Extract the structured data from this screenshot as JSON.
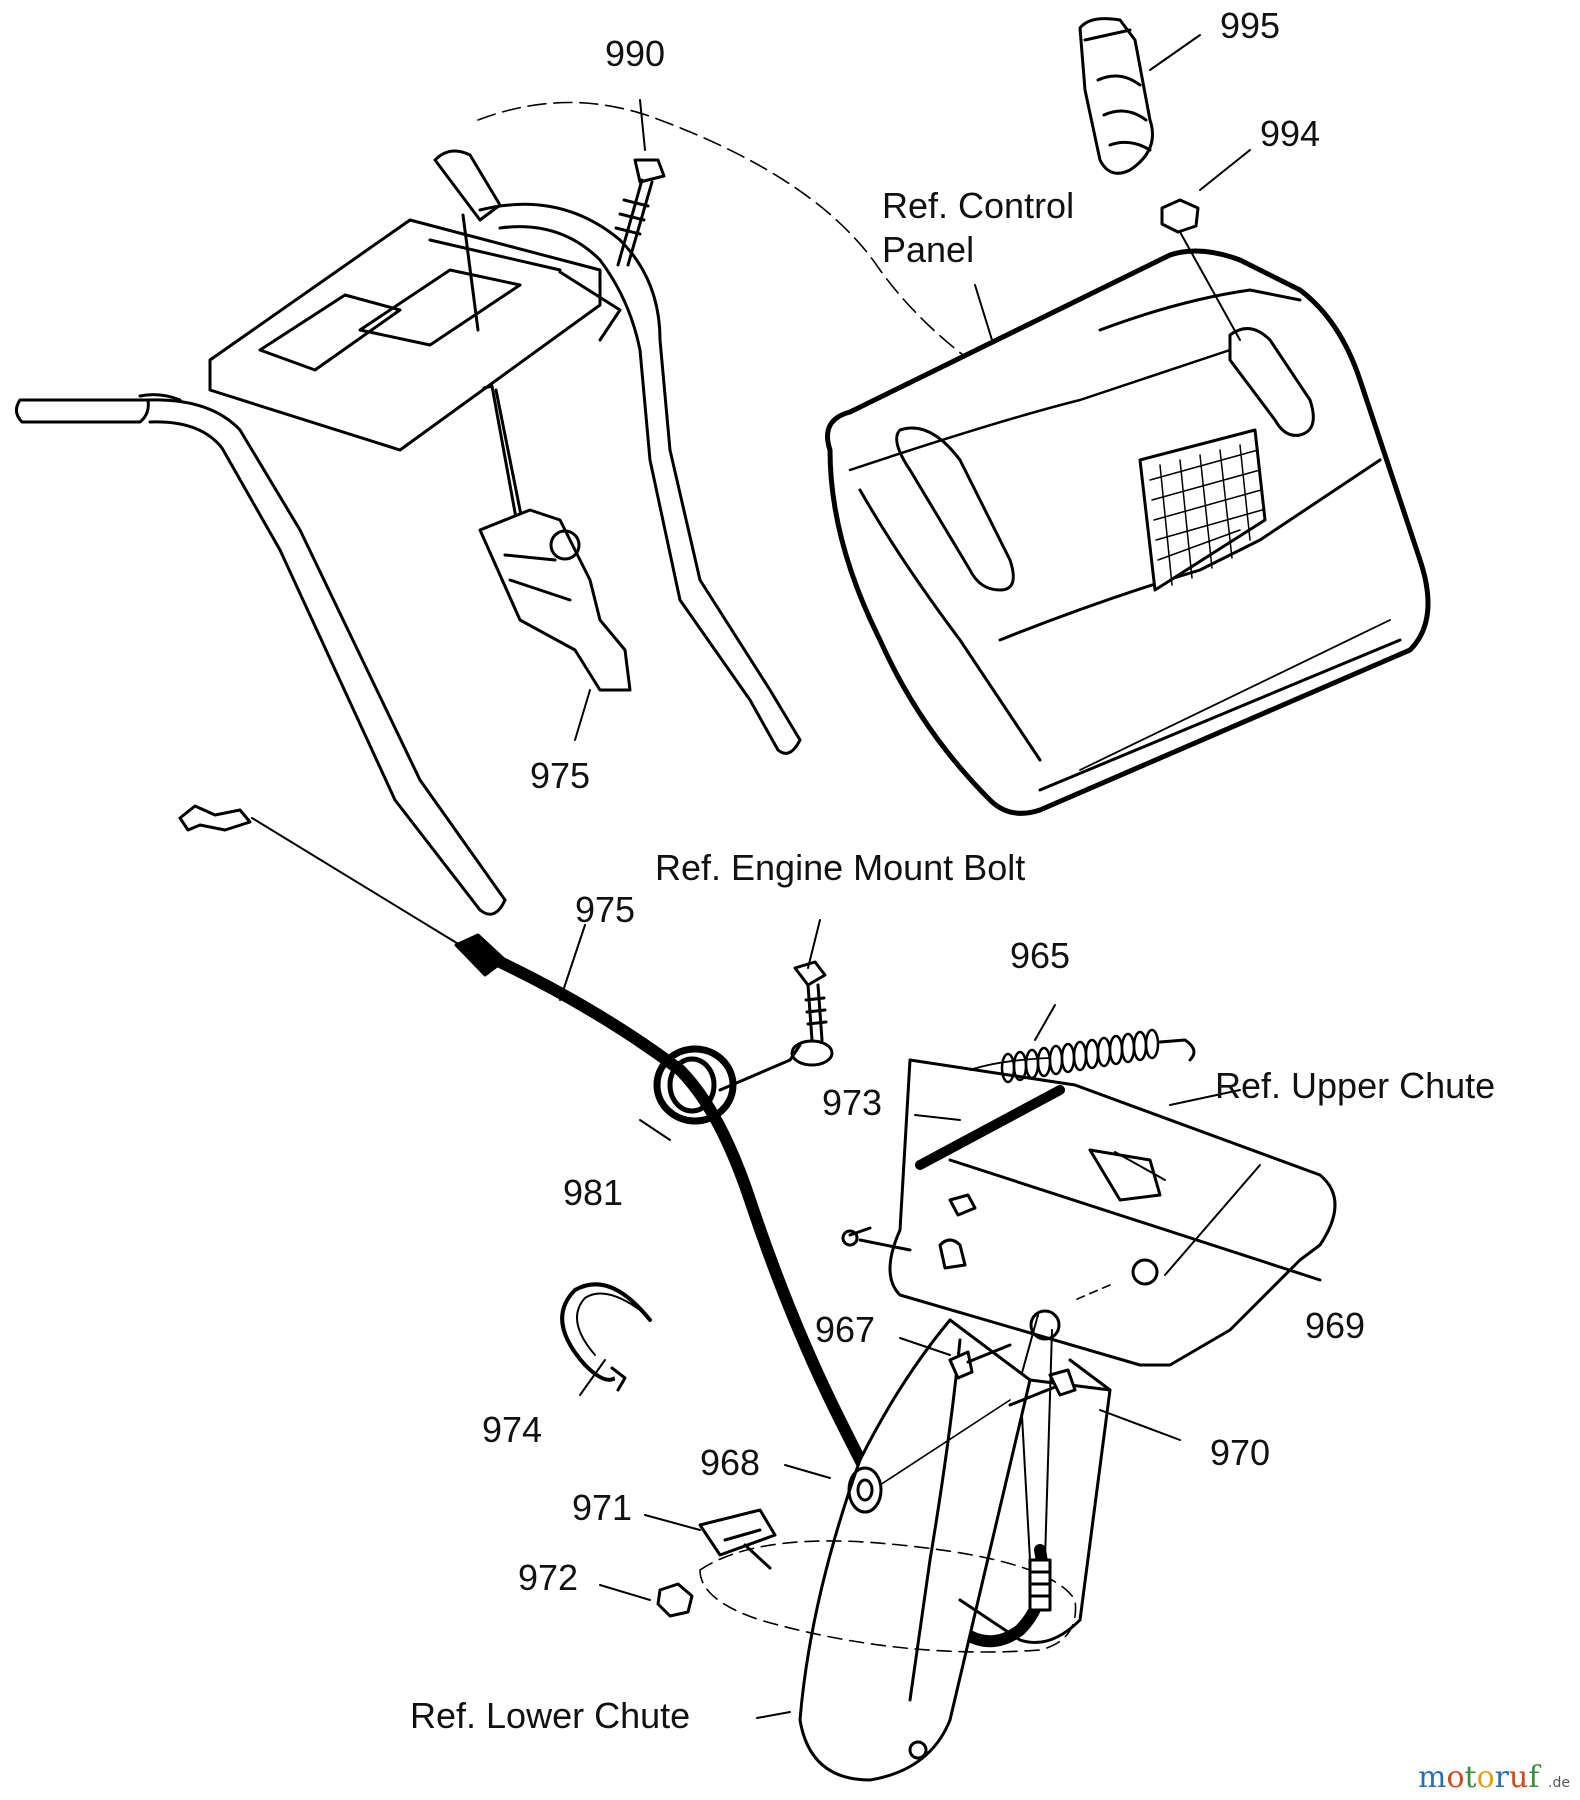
{
  "diagram": {
    "part_labels": {
      "p990": "990",
      "p995": "995",
      "p994": "994",
      "p975a": "975",
      "p975b": "975",
      "p965": "965",
      "p973": "973",
      "p981": "981",
      "p967": "967",
      "p969": "969",
      "p974": "974",
      "p968": "968",
      "p970": "970",
      "p971": "971",
      "p972": "972"
    },
    "reference_labels": {
      "control_panel_line1": "Ref. Control",
      "control_panel_line2": "Panel",
      "engine_mount_bolt": "Ref. Engine Mount Bolt",
      "upper_chute": "Ref. Upper Chute",
      "lower_chute": "Ref. Lower Chute"
    }
  },
  "watermark": {
    "brand": "motoruf",
    "suffix": ".de",
    "colors": {
      "m": "#2a6ebb",
      "o1": "#d04a1f",
      "t": "#3a8f3a",
      "o2": "#e0a020",
      "r": "#2a6ebb",
      "u": "#d04a1f",
      "f": "#3a8f3a"
    }
  }
}
